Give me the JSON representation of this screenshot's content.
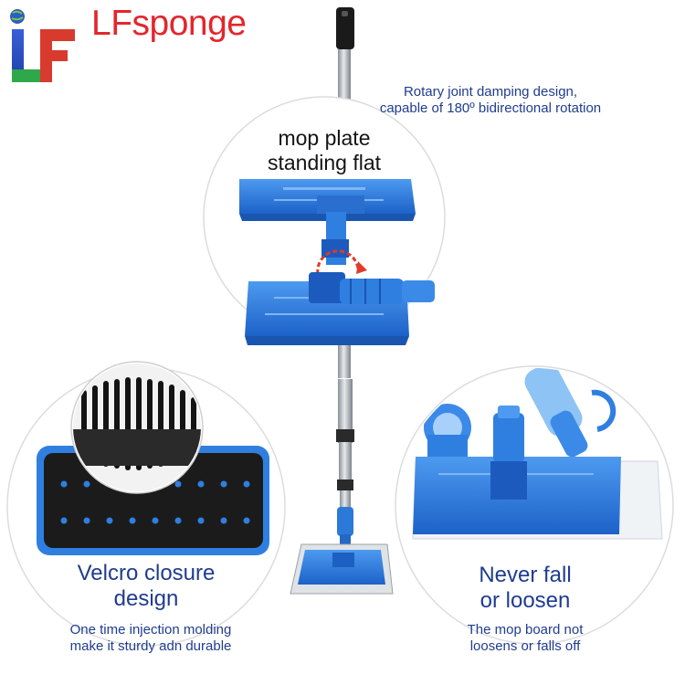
{
  "brand": {
    "logo_letters": "LF",
    "name": "LFsponge"
  },
  "captions": {
    "top_right": [
      "Rotary joint damping design,",
      "capable of 180º bidirectional rotation"
    ],
    "circle_top": [
      "mop plate",
      "standing flat"
    ],
    "circle_left": [
      "Velcro closure",
      "design"
    ],
    "circle_right": [
      "Never fall",
      "or loosen"
    ],
    "bottom_left": [
      "One time injection molding",
      "make it sturdy adn durable"
    ],
    "bottom_right": [
      "The mop board not",
      "loosens or falls off"
    ]
  },
  "colors": {
    "brand_red": "#e3262d",
    "caption_blue": "#1f3c8f",
    "mop_blue": "#2f7fe0",
    "velcro_black": "#1b1b1b"
  }
}
